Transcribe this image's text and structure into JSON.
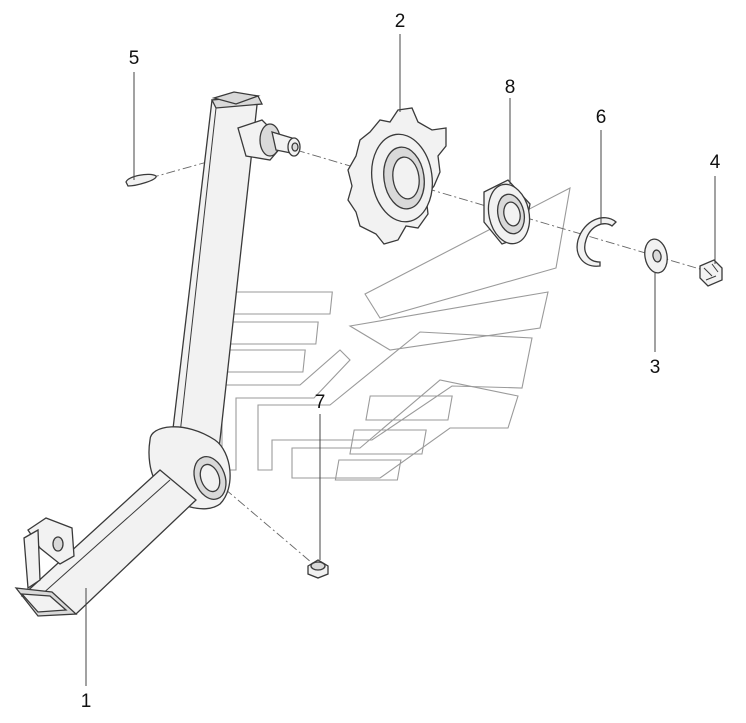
{
  "diagram": {
    "callouts": [
      {
        "id": "1",
        "label": "1",
        "part": "arm-frame"
      },
      {
        "id": "2",
        "label": "2",
        "part": "sprocket"
      },
      {
        "id": "3",
        "label": "3",
        "part": "washer"
      },
      {
        "id": "4",
        "label": "4",
        "part": "castle-nut"
      },
      {
        "id": "5",
        "label": "5",
        "part": "cotter-pin"
      },
      {
        "id": "6",
        "label": "6",
        "part": "retaining-ring"
      },
      {
        "id": "7",
        "label": "7",
        "part": "grease-fitting"
      },
      {
        "id": "8",
        "label": "8",
        "part": "bearing"
      }
    ],
    "colors": {
      "line": "#3a3a3a",
      "fill": "#f2f2f2",
      "watermark": "#9a9a9a",
      "text": "#111111"
    }
  }
}
